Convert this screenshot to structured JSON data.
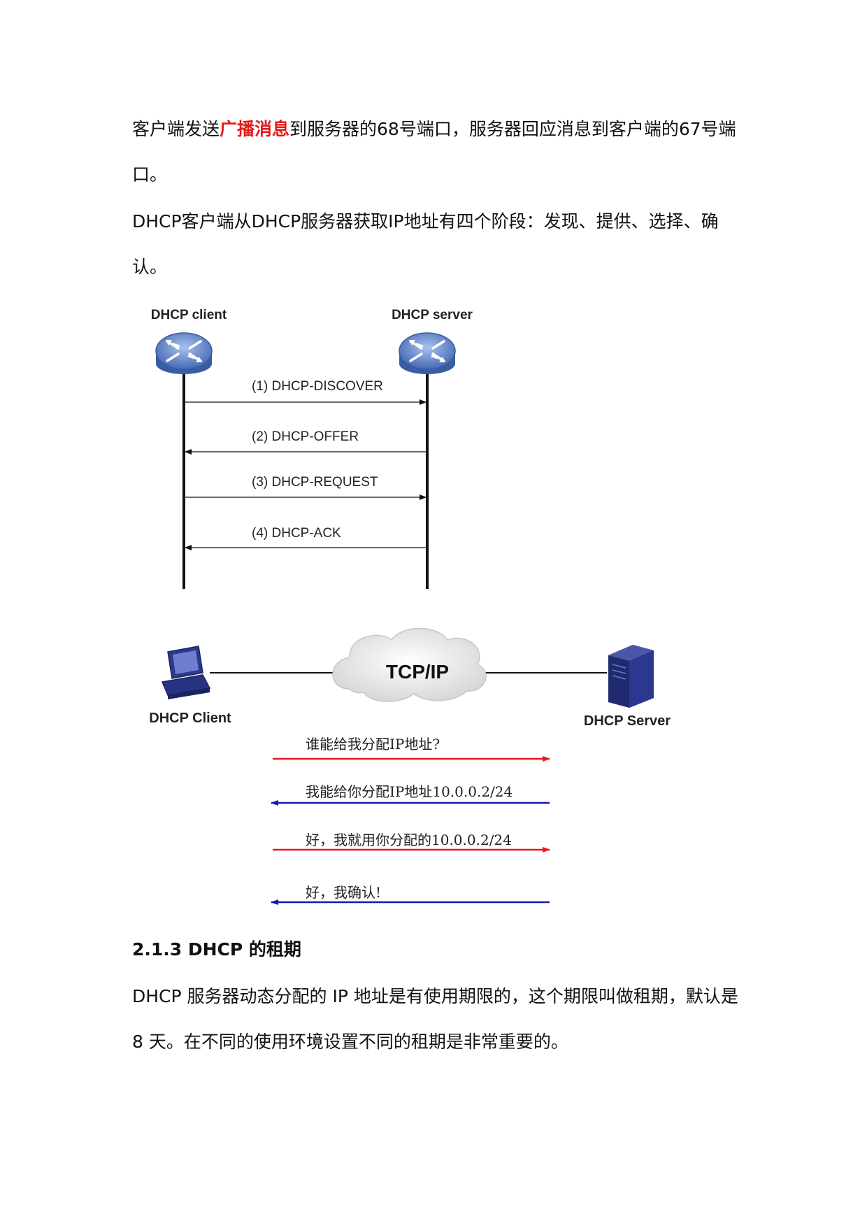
{
  "intro": {
    "before": "客户端发送",
    "highlight": "广播消息",
    "after": "到服务器的68号端口，服务器回应消息到客户端的67号端口。"
  },
  "stages": "DHCP客户端从DHCP服务器获取IP地址有四个阶段：发现、提供、选择、确认。",
  "sequence_diagram": {
    "client_label": "DHCP client",
    "server_label": "DHCP server",
    "messages": [
      {
        "label": "(1) DHCP-DISCOVER",
        "direction": "to-server"
      },
      {
        "label": "(2) DHCP-OFFER",
        "direction": "to-client"
      },
      {
        "label": "(3) DHCP-REQUEST",
        "direction": "to-server"
      },
      {
        "label": "(4) DHCP-ACK",
        "direction": "to-client"
      }
    ]
  },
  "network_diagram": {
    "cloud_label": "TCP/IP",
    "client_label": "DHCP Client",
    "server_label": "DHCP Server",
    "messages": [
      {
        "label": "谁能给我分配IP地址?",
        "direction": "to-server",
        "color": "#e8161c"
      },
      {
        "label": "我能给你分配IP地址10.0.0.2/24",
        "direction": "to-client",
        "color": "#1a16b0"
      },
      {
        "label": "好，我就用你分配的10.0.0.2/24",
        "direction": "to-server",
        "color": "#e8161c"
      },
      {
        "label": "好，我确认!",
        "direction": "to-client",
        "color": "#1a16b0"
      }
    ]
  },
  "section": {
    "heading": "2.1.3 DHCP 的租期",
    "body": "DHCP 服务器动态分配的 IP 地址是有使用期限的，这个期限叫做租期，默认是 8 天。在不同的使用环境设置不同的租期是非常重要的。"
  },
  "colors": {
    "highlight": "#e31b1b",
    "router": "#5b7fc4",
    "request_arrow": "#e8161c",
    "reply_arrow": "#1a16b0"
  }
}
